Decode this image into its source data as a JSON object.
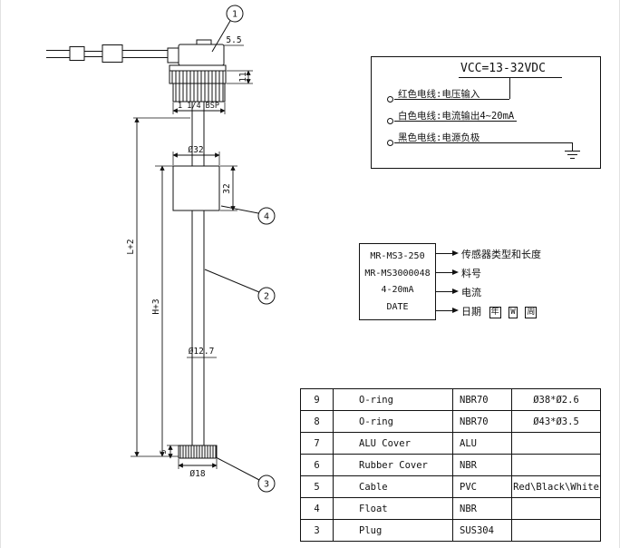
{
  "drawing": {
    "balloons": {
      "b1": "1",
      "b2": "2",
      "b3": "3",
      "b4": "4"
    },
    "dims": {
      "top_offset": "5.5",
      "thread_height": "11",
      "thread": "1 1/4 BSP",
      "float_dia": "Ø32",
      "float_height": "32",
      "overall_length": "L+2",
      "probe_length": "H+3",
      "tube_dia": "Ø12.7",
      "plug_dia": "Ø18",
      "plug_height": "5"
    }
  },
  "wiring_box": {
    "vcc": "VCC=13-32VDC",
    "wires": [
      {
        "label": "红色电线:电压输入"
      },
      {
        "label": "白色电线:电流输出4~20mA"
      },
      {
        "label": "黑色电线:电源负极"
      }
    ]
  },
  "label_box": {
    "lines": [
      "MR-MS3-250",
      "MR-MS3000048",
      "4-20mA",
      "DATE"
    ],
    "callouts": [
      "传感器类型和长度",
      "料号",
      "电流",
      "日期"
    ],
    "date_fields": [
      "年",
      "W",
      "周"
    ]
  },
  "bom_table": {
    "rows": [
      {
        "no": "9",
        "name": "O-ring",
        "material": "NBR70",
        "spec": "Ø38*Ø2.6"
      },
      {
        "no": "8",
        "name": "O-ring",
        "material": "NBR70",
        "spec": "Ø43*Ø3.5"
      },
      {
        "no": "7",
        "name": "ALU Cover",
        "material": "ALU",
        "spec": ""
      },
      {
        "no": "6",
        "name": "Rubber Cover",
        "material": "NBR",
        "spec": ""
      },
      {
        "no": "5",
        "name": "Cable",
        "material": "PVC",
        "spec": "Red\\Black\\White"
      },
      {
        "no": "4",
        "name": "Float",
        "material": "NBR",
        "spec": ""
      },
      {
        "no": "3",
        "name": "Plug",
        "material": "SUS304",
        "spec": ""
      }
    ]
  }
}
